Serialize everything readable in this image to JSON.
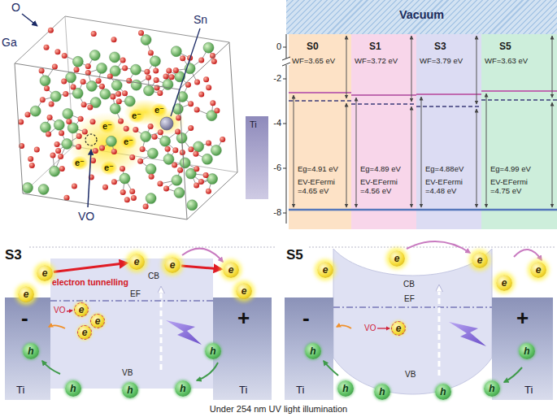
{
  "diagram": {
    "caption": "Under 254 nm UV light illumination",
    "nodes": [
      {
        "text": [
          "Vacuum"
        ]
      },
      {
        "text": [
          "Ti"
        ]
      },
      {
        "text": [
          "S0",
          "WF=3.65 eV",
          "Eg=4.91 eV",
          "EV-EFermi =4.65 eV"
        ]
      },
      {
        "text": [
          "S1",
          "WF=3.72 eV",
          "Eg=4.89 eV",
          "EV-EFermi =4.56 eV"
        ]
      },
      {
        "text": [
          "S3",
          "WF=3.79 eV",
          "Eg=4.88eV",
          "EV-EFermi =4.48 eV"
        ]
      },
      {
        "text": [
          "S5",
          "WF=3.63 eV",
          "Eg=4.99 eV",
          "EV-EFermi =4.75 eV"
        ]
      },
      {
        "text": [
          "-",
          "Ti"
        ]
      },
      {
        "text": [
          "CB",
          "EF",
          "VO",
          "VB"
        ]
      },
      {
        "text": [
          "+",
          "Ti"
        ]
      },
      {
        "text": [
          "e"
        ]
      },
      {
        "text": [
          "e"
        ]
      },
      {
        "text": [
          "e"
        ]
      },
      {
        "text": [
          "e"
        ]
      },
      {
        "text": [
          "e"
        ]
      },
      {
        "text": [
          "e"
        ]
      },
      {
        "text": [
          "e"
        ],
        "in": 7
      },
      {
        "text": [
          "e"
        ],
        "in": 7
      },
      {
        "text": [
          "e"
        ],
        "in": 7
      },
      {
        "text": [
          "h"
        ]
      },
      {
        "text": [
          "h"
        ]
      },
      {
        "text": [
          "h"
        ]
      },
      {
        "text": [
          "h"
        ]
      },
      {
        "text": [
          "h"
        ]
      },
      {
        "text": [
          "-",
          "Ti"
        ]
      },
      {
        "text": [
          "CB",
          "EF",
          "VO",
          "VB"
        ]
      },
      {
        "text": [
          "+",
          "Ti"
        ]
      },
      {
        "text": [
          "e"
        ]
      },
      {
        "text": [
          "e"
        ]
      },
      {
        "text": [
          "e"
        ]
      },
      {
        "text": [
          "e"
        ]
      },
      {
        "text": [
          "e"
        ]
      },
      {
        "text": [
          "e"
        ],
        "in": 24
      },
      {
        "text": [
          "h"
        ]
      },
      {
        "text": [
          "h"
        ]
      },
      {
        "text": [
          "h"
        ]
      },
      {
        "text": [
          "h"
        ]
      },
      {
        "text": [
          "h"
        ]
      },
      {
        "text": [
          "h"
        ]
      }
    ],
    "edges": [
      {
        "from": 9,
        "to": 11,
        "arrow": "to",
        "label": "electron tunnelling"
      },
      {
        "from": 12,
        "to": 13,
        "arrow": "to"
      }
    ],
    "labels": [
      "O",
      "Ga",
      "Sn",
      "e⁻",
      "e⁻",
      "e⁻",
      "e⁻",
      "e⁻",
      "e⁻",
      "VO",
      "0",
      "-2",
      "-4",
      "-6",
      "-8",
      "S3",
      "S5"
    ]
  }
}
